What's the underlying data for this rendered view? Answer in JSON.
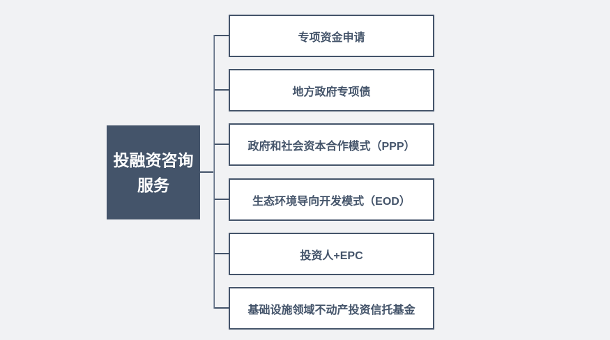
{
  "diagram": {
    "root": {
      "label": "投融资咨询服务",
      "lines": [
        "投融资咨询",
        "服务"
      ]
    },
    "branches": [
      {
        "label": "专项资金申请"
      },
      {
        "label": "地方政府专项债"
      },
      {
        "label": "政府和社会资本合作模式（PPP）"
      },
      {
        "label": "生态环境导向开发模式（EOD）"
      },
      {
        "label": "投资人+EPC"
      },
      {
        "label": "基础设施领域不动产投资信托基金"
      }
    ],
    "colors": {
      "accent": "#44546a",
      "box_fill": "#ffffff",
      "background": "#f1f2f4",
      "text_on_accent": "#ffffff",
      "trunk_light": "#9aa5b5",
      "trunk_dark": "#5d6b80"
    }
  }
}
